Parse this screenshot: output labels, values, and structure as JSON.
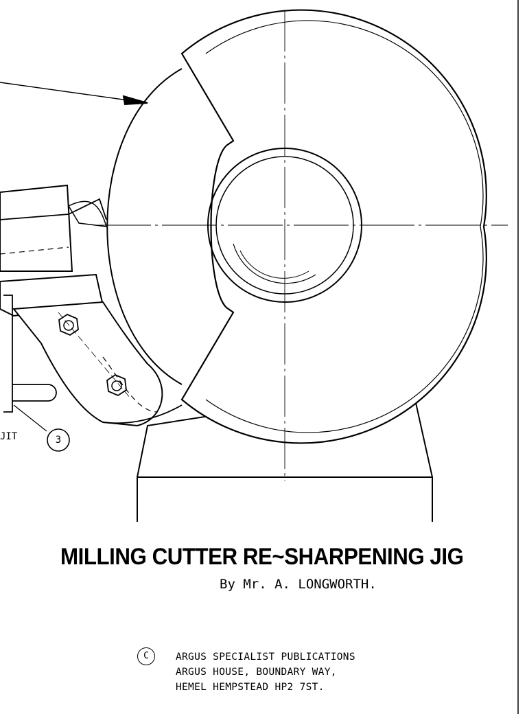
{
  "title": "MILLING CUTTER RE~SHARPENING JIG",
  "subtitle": "By Mr. A. LONGWORTH.",
  "copyright_symbol": "C",
  "publisher": {
    "line1": "ARGUS SPECIALIST PUBLICATIONS",
    "line2": "ARGUS HOUSE,  BOUNDARY WAY,",
    "line3": "HEMEL HEMPSTEAD  HP2 7ST."
  },
  "callout": {
    "label": "JIT",
    "number": "3"
  }
}
